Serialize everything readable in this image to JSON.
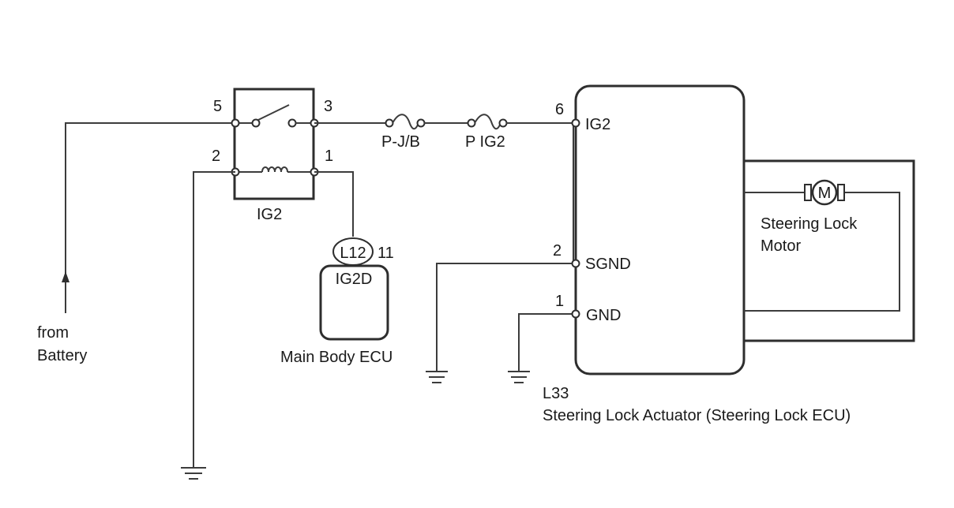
{
  "source": {
    "line1": "from",
    "line2": "Battery"
  },
  "relay": {
    "name": "IG2",
    "pins": {
      "p5": "5",
      "p3": "3",
      "p2": "2",
      "p1": "1"
    }
  },
  "fuses": {
    "pjb": "P-J/B",
    "pig2": "P IG2"
  },
  "main_body_ecu": {
    "connector": "L12",
    "connector_pin": "11",
    "terminal": "IG2D",
    "name": "Main Body ECU"
  },
  "actuator": {
    "connector": "L33",
    "name": "Steering Lock Actuator (Steering Lock ECU)",
    "pins": [
      {
        "num": "6",
        "label": "IG2"
      },
      {
        "num": "2",
        "label": "SGND"
      },
      {
        "num": "1",
        "label": "GND"
      }
    ],
    "motor": {
      "symbol": "M",
      "line1": "Steering Lock",
      "line2": "Motor"
    }
  }
}
